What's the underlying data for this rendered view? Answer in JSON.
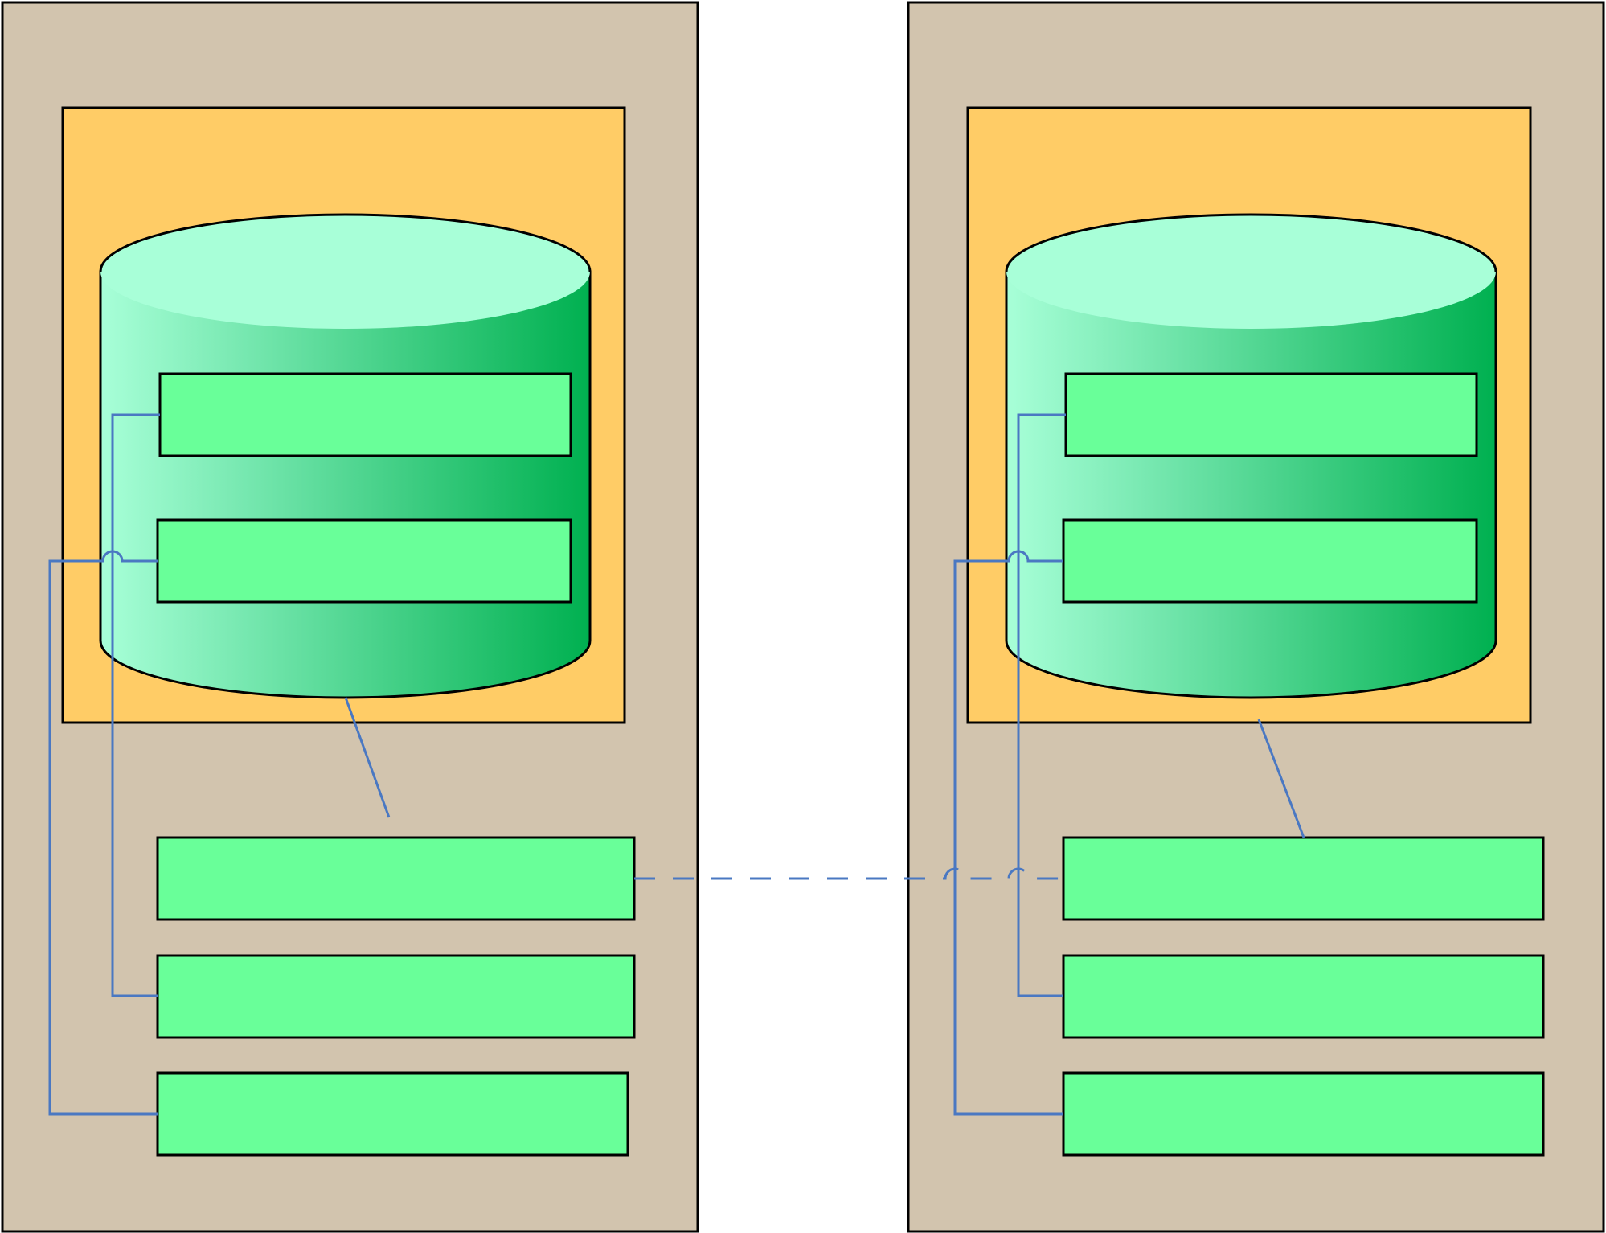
{
  "colors": {
    "panel": "#d2c4ae",
    "container": "#ffcc66",
    "cylinder_top": "#a8ffd8",
    "cylinder_gradient_start": "#a8ffd8",
    "cylinder_gradient_end": "#00b050",
    "component": "#69ff99",
    "connector": "#4a78c2",
    "outline": "#000000"
  },
  "diagram": {
    "panels": 2,
    "components_per_panel": 5,
    "inter_panel_link": "dashed"
  }
}
